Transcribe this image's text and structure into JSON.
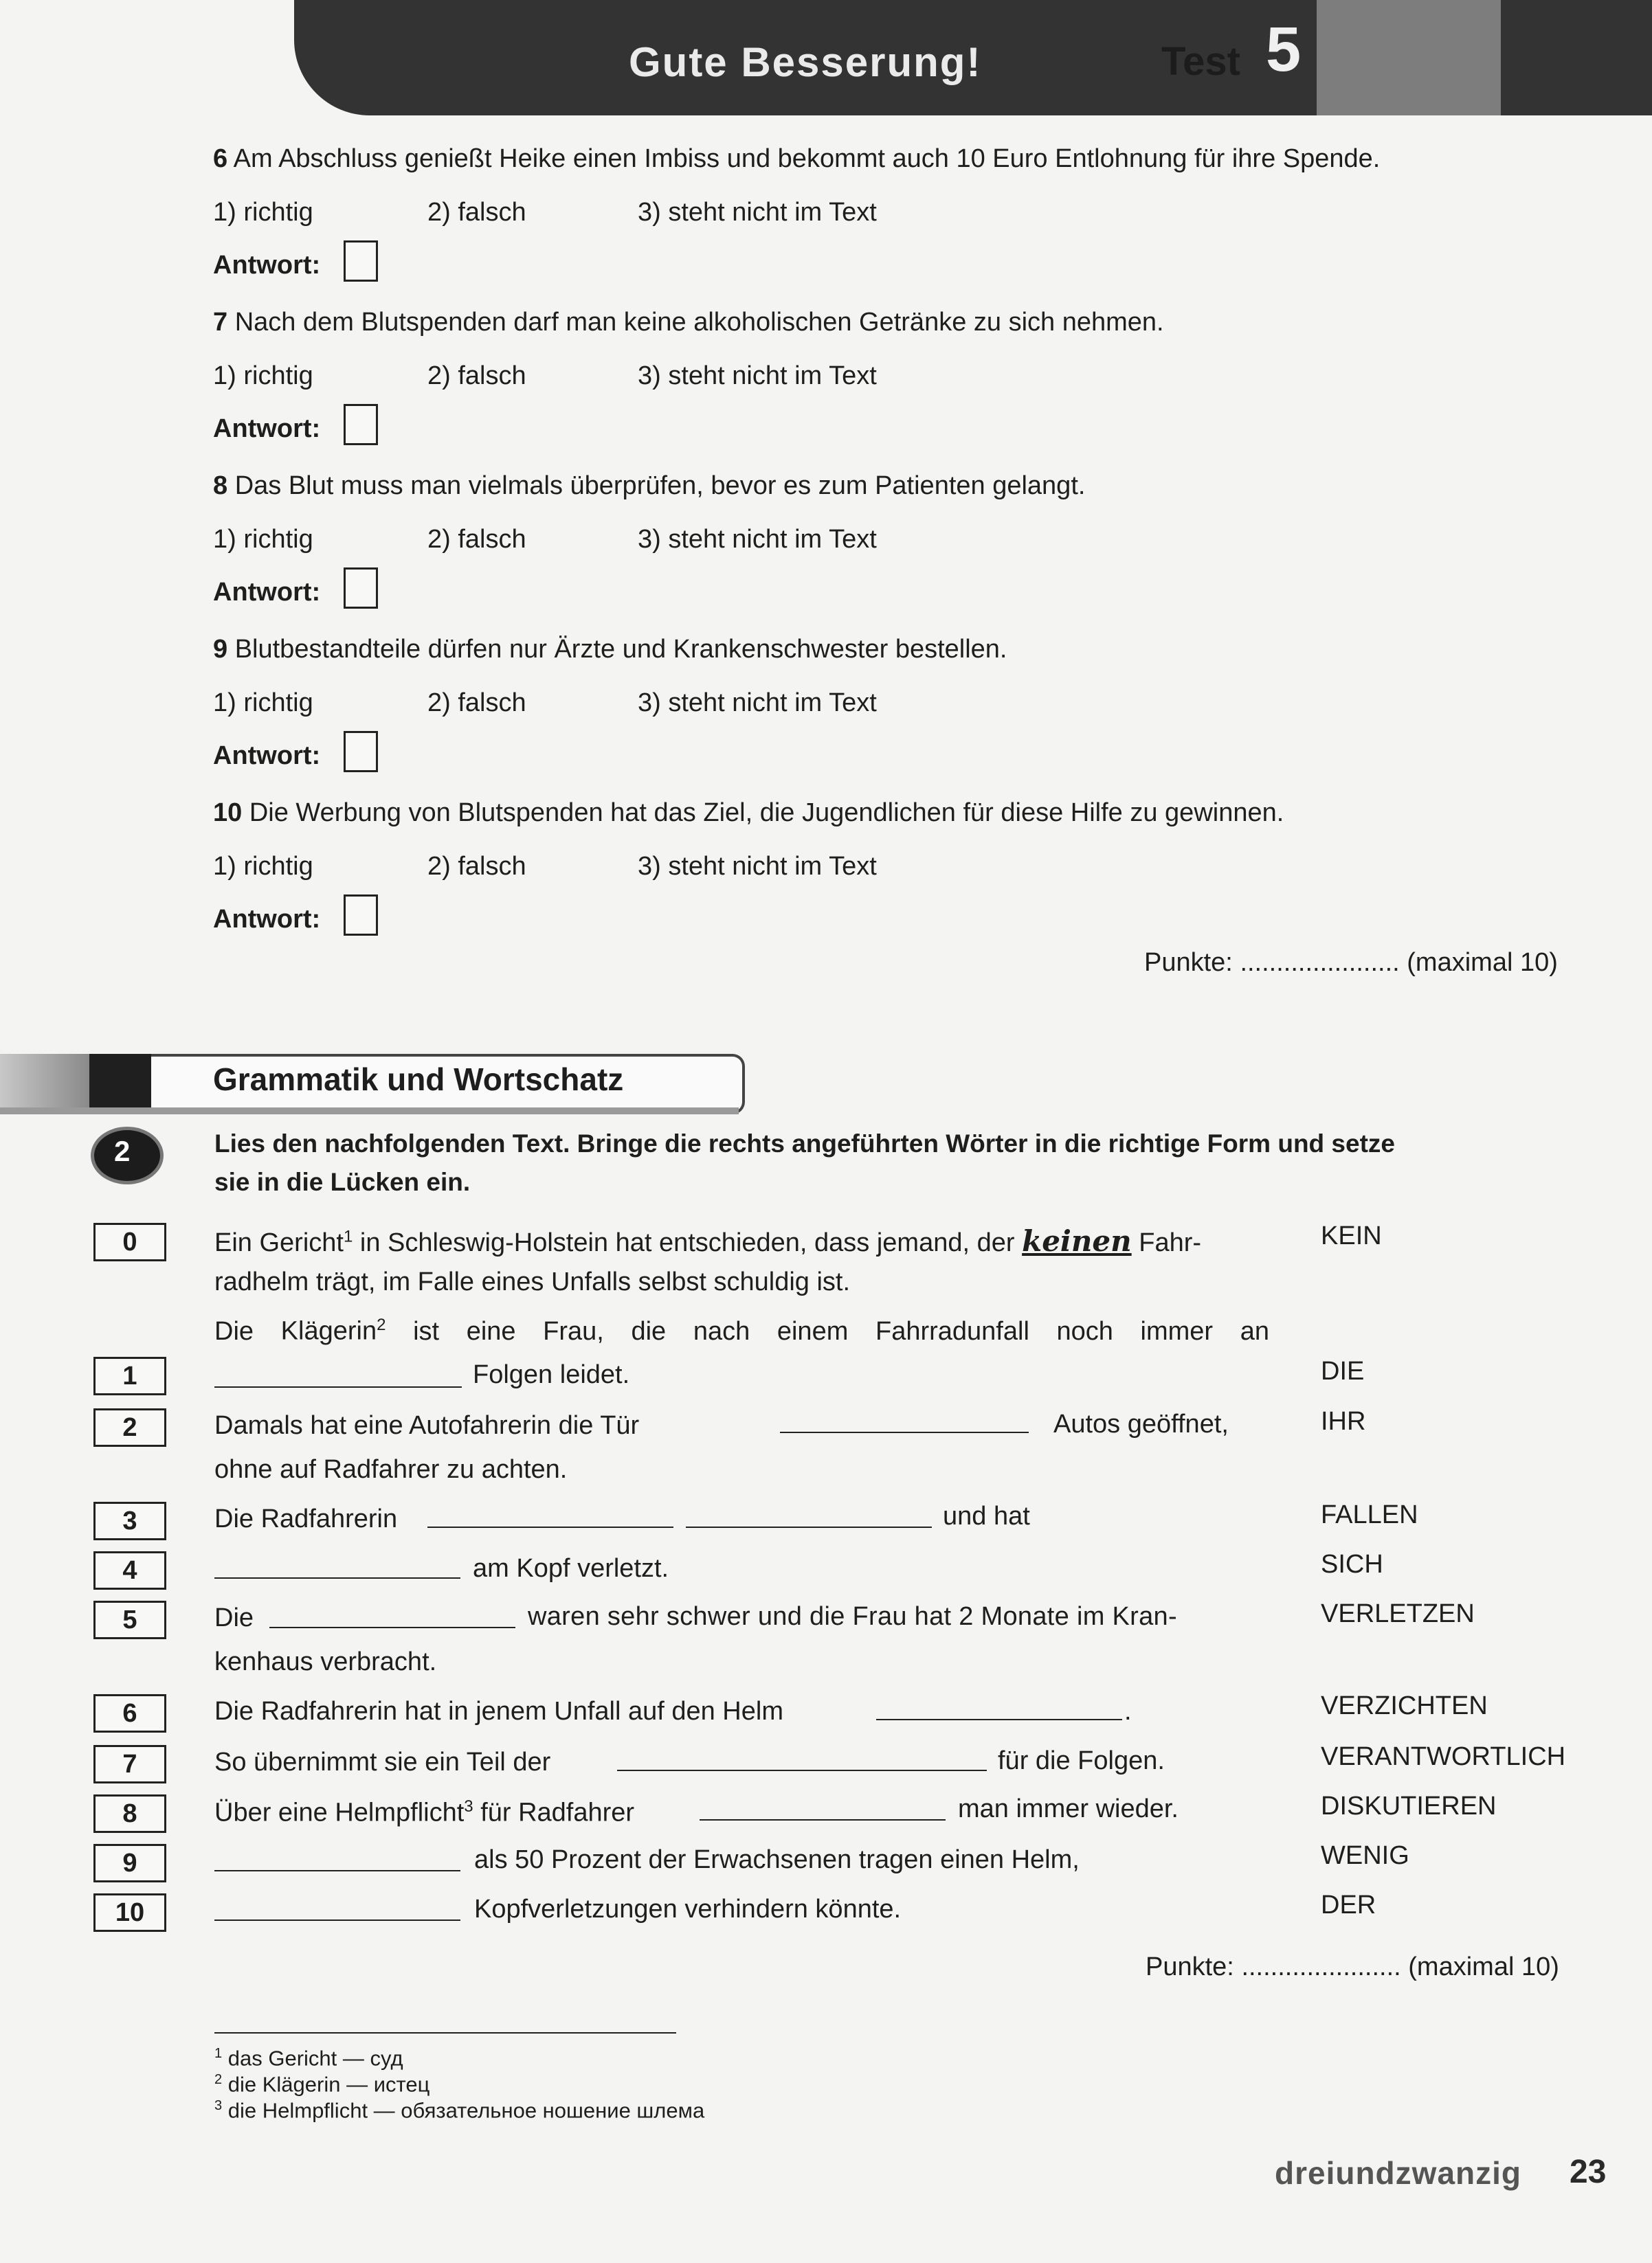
{
  "header": {
    "title": "Gute Besserung!",
    "test_label": "Test",
    "test_number": "5"
  },
  "part1": {
    "questions": [
      {
        "number": "6",
        "text": "Am Abschluss genießt Heike einen Imbiss und bekommt auch 10 Euro Entlohnung für ihre Spende."
      },
      {
        "number": "7",
        "text": "Nach dem Blutspenden darf man keine alkoholischen Getränke zu sich nehmen."
      },
      {
        "number": "8",
        "text": "Das Blut muss man vielmals überprüfen, bevor es zum Patienten gelangt."
      },
      {
        "number": "9",
        "text": "Blutbestandteile dürfen nur Ärzte und Krankenschwester bestellen."
      },
      {
        "number": "10",
        "text": "Die Werbung von Blutspenden hat das Ziel, die Jugendlichen für diese Hilfe zu gewinnen."
      }
    ],
    "options": [
      "1) richtig",
      "2) falsch",
      "3) steht nicht im Text"
    ],
    "answer_label": "Antwort:",
    "punkte_label": "Punkte:",
    "punkte_dots": "......................",
    "maximal": "(maximal 10)"
  },
  "section": {
    "title": "Grammatik und Wortschatz"
  },
  "task2": {
    "number": "2",
    "instruction_line1": "Lies den nachfolgenden Text. Bringe die rechts angeführten Wörter in die richtige Form und setze",
    "instruction_line2": "sie in die Lücken ein.",
    "row_numbers": [
      "0",
      "1",
      "2",
      "3",
      "4",
      "5",
      "6",
      "7",
      "8",
      "9",
      "10"
    ],
    "words": [
      "KEIN",
      "DIE",
      "IHR",
      "FALLEN",
      "SICH",
      "VERLETZEN",
      "VERZICHTEN",
      "VERANTWORTLICH",
      "DISKUTIEREN",
      "WENIG",
      "DER"
    ],
    "text": {
      "l0a": "Ein Gericht",
      "sup1": "1",
      "l0b": "in Schleswig-Holstein hat entschieden, dass jemand, der",
      "l0_hand": "keinen",
      "l0c": "Fahr-",
      "l0d": "radhelm trägt, im Falle eines Unfalls selbst schuldig ist.",
      "l1a": [
        "Die",
        "Klägerin",
        "ist",
        "eine",
        "Frau,",
        "die",
        "nach",
        "einem",
        "Fahrradunfall",
        "noch",
        "immer",
        "an"
      ],
      "sup2": "2",
      "l1b": "Folgen leidet.",
      "l2a": "Damals hat eine Autofahrerin die Tür",
      "l2b": "Autos geöffnet,",
      "l2c": "ohne auf Radfahrer zu achten.",
      "l3a": "Die Radfahrerin",
      "l3b": "und hat",
      "l4a": "am Kopf verletzt.",
      "l5a": "Die",
      "l5b": "waren sehr schwer und die Frau hat 2 Monate im Kran-",
      "l5c": "kenhaus verbracht.",
      "l6a": "Die Radfahrerin hat in jenem Unfall auf den Helm",
      "l6b": ".",
      "l7a": "So übernimmt sie ein Teil der",
      "l7b": "für die Folgen.",
      "l8a": "Über eine Helmpflicht",
      "sup3": "3",
      "l8b": "für Radfahrer",
      "l8c": "man immer wieder.",
      "l9a": "als 50 Prozent der Erwachsenen tragen einen Helm,",
      "l10a": "Kopfverletzungen verhindern könnte."
    },
    "punkte_label": "Punkte:",
    "punkte_dots": "......................",
    "maximal": "(maximal 10)"
  },
  "footnotes": [
    {
      "n": "1",
      "text": "das Gericht — суд"
    },
    {
      "n": "2",
      "text": "die Klägerin — истец"
    },
    {
      "n": "3",
      "text": "die Helmpflicht — обязательное ношение шлема"
    }
  ],
  "footer": {
    "page_word": "dreiundzwanzig",
    "page_number": "23"
  }
}
